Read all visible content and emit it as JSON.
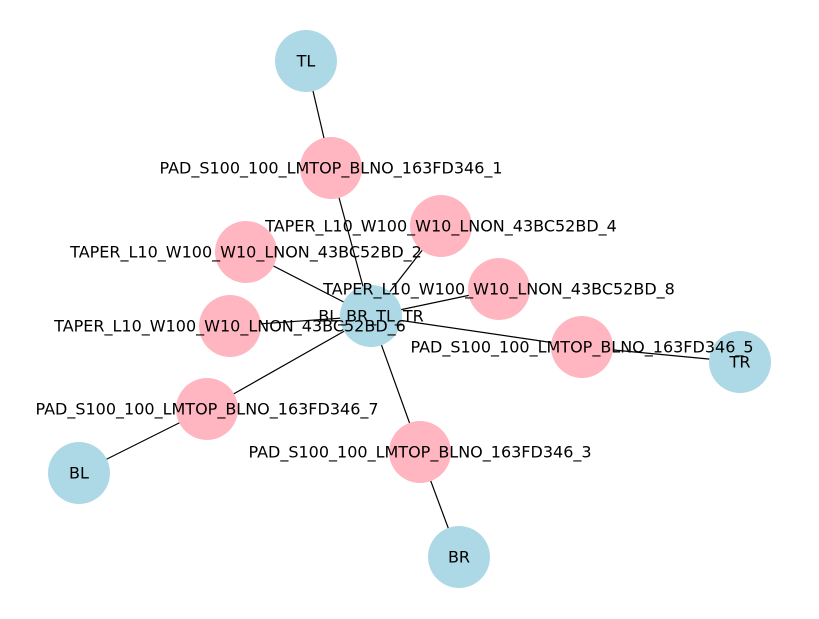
{
  "graph": {
    "colors": {
      "blue_node": "#add8e6",
      "pink_node": "#ffb6c1",
      "edge": "#000000"
    },
    "nodes": [
      {
        "id": "center",
        "label": "BL_BR_TL_TR",
        "kind": "blue"
      },
      {
        "id": "tl",
        "label": "TL",
        "kind": "blue"
      },
      {
        "id": "tr",
        "label": "TR",
        "kind": "blue"
      },
      {
        "id": "bl",
        "label": "BL",
        "kind": "blue"
      },
      {
        "id": "br",
        "label": "BR",
        "kind": "blue"
      },
      {
        "id": "pad1",
        "label": "PAD_S100_100_LMTOP_BLNO_163FD346_1",
        "kind": "pink"
      },
      {
        "id": "pad3",
        "label": "PAD_S100_100_LMTOP_BLNO_163FD346_3",
        "kind": "pink"
      },
      {
        "id": "pad5",
        "label": "PAD_S100_100_LMTOP_BLNO_163FD346_5",
        "kind": "pink"
      },
      {
        "id": "pad7",
        "label": "PAD_S100_100_LMTOP_BLNO_163FD346_7",
        "kind": "pink"
      },
      {
        "id": "taper2",
        "label": "TAPER_L10_W100_W10_LNON_43BC52BD_2",
        "kind": "pink"
      },
      {
        "id": "taper4",
        "label": "TAPER_L10_W100_W10_LNON_43BC52BD_4",
        "kind": "pink"
      },
      {
        "id": "taper6",
        "label": "TAPER_L10_W100_W10_LNON_43BC52BD_6",
        "kind": "pink"
      },
      {
        "id": "taper8",
        "label": "TAPER_L10_W100_W10_LNON_43BC52BD_8",
        "kind": "pink"
      }
    ],
    "edges": [
      [
        "tl",
        "pad1"
      ],
      [
        "pad1",
        "center"
      ],
      [
        "tr",
        "pad5"
      ],
      [
        "pad5",
        "center"
      ],
      [
        "bl",
        "pad7"
      ],
      [
        "pad7",
        "center"
      ],
      [
        "br",
        "pad3"
      ],
      [
        "pad3",
        "center"
      ],
      [
        "taper2",
        "center"
      ],
      [
        "taper4",
        "center"
      ],
      [
        "taper6",
        "center"
      ],
      [
        "taper8",
        "center"
      ]
    ]
  }
}
